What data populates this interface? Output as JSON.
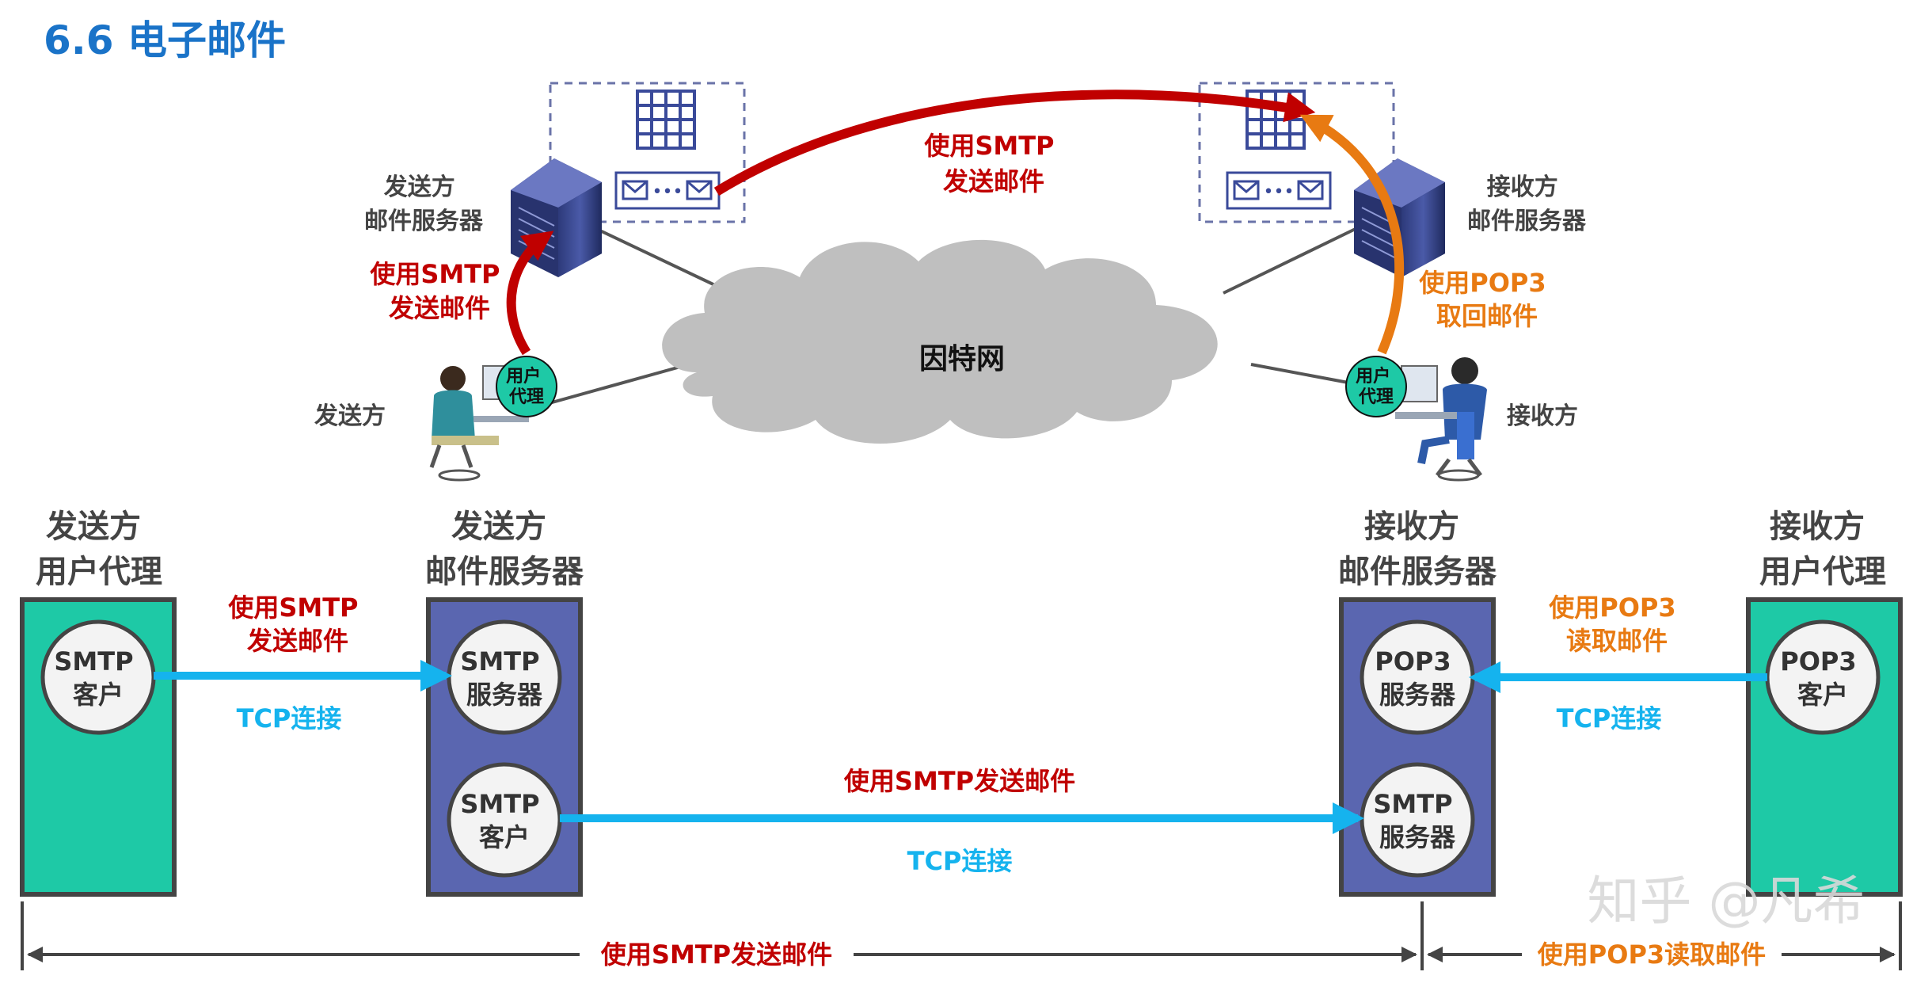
{
  "title": "6.6 电子邮件",
  "colors": {
    "title": "#1a73c8",
    "red": "#c00000",
    "orange": "#e87a12",
    "cyan": "#15b3ee",
    "teal": "#1ec9a6",
    "navy": "#5a66b0",
    "gray_text": "#444444",
    "line": "#555555",
    "cloud": "#bfbfbf"
  },
  "top": {
    "sender_server_label": [
      "发送方",
      "邮件服务器"
    ],
    "receiver_server_label": [
      "接收方",
      "邮件服务器"
    ],
    "sender_label": "发送方",
    "receiver_label": "接收方",
    "cloud_label": "因特网",
    "user_agent_badge": [
      "用户",
      "代理"
    ],
    "arrow_top": [
      "使用SMTP",
      "发送邮件"
    ],
    "arrow_sender_up": [
      "使用SMTP",
      "发送邮件"
    ],
    "arrow_receiver_up": [
      "使用POP3",
      "取回邮件"
    ]
  },
  "bottom": {
    "col_sender_ua": [
      "发送方",
      "用户代理"
    ],
    "col_sender_server": [
      "发送方",
      "邮件服务器"
    ],
    "col_receiver_server": [
      "接收方",
      "邮件服务器"
    ],
    "col_receiver_ua": [
      "接收方",
      "用户代理"
    ],
    "circle_smtp_client": [
      "SMTP",
      "客户"
    ],
    "circle_smtp_server": [
      "SMTP",
      "服务器"
    ],
    "circle_pop3_server": [
      "POP3",
      "服务器"
    ],
    "circle_pop3_client": [
      "POP3",
      "客户"
    ],
    "label_left": [
      "使用SMTP",
      "发送邮件"
    ],
    "label_right": [
      "使用POP3",
      "读取邮件"
    ],
    "tcp": "TCP连接",
    "middle_label": "使用SMTP发送邮件",
    "bar_left": "使用SMTP发送邮件",
    "bar_right": "使用POP3读取邮件"
  },
  "watermark": "知乎 @凡希"
}
